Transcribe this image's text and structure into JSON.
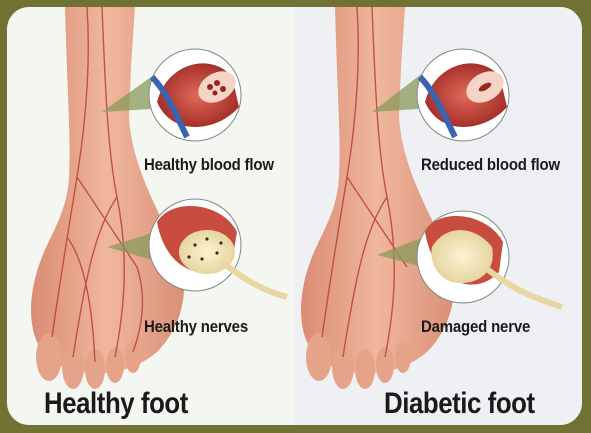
{
  "left_panel": {
    "title": "Healthy foot",
    "blood_label": "Healthy blood flow",
    "nerve_label": "Healthy nerves"
  },
  "right_panel": {
    "title": "Diabetic foot",
    "blood_label": "Reduced blood flow",
    "nerve_label": "Damaged nerve"
  },
  "colors": {
    "frame": "#6f7233",
    "skin": "#e8a98e",
    "vessel": "#b5322b",
    "vein": "#3a64b0",
    "nerve": "#f1e6b8",
    "callout": "#8a9a5a"
  }
}
